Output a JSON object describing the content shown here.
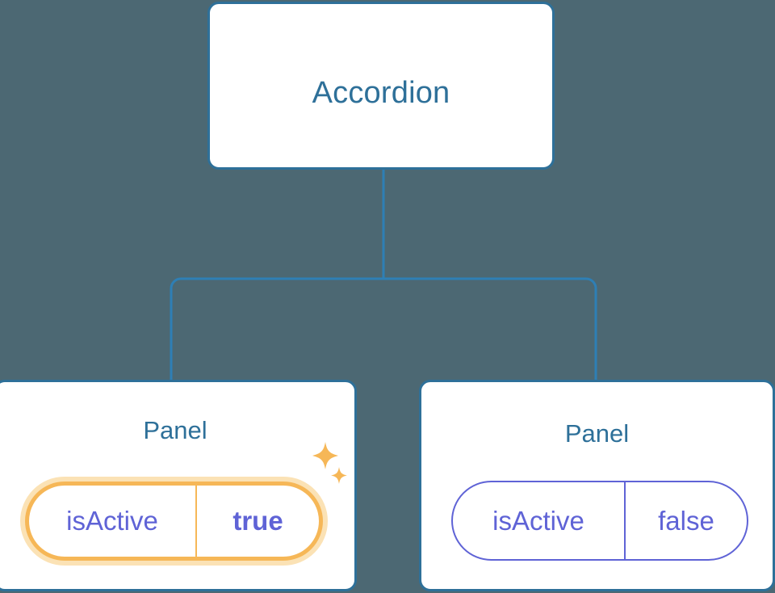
{
  "canvas": {
    "background_color": "#4c6873",
    "edge_color": "#2e7fb5",
    "node_border_color": "#2e7099",
    "node_title_color": "#2e7099",
    "prop_color": "#5f63d6",
    "highlight_color": "#f6b757",
    "highlight_glow_color": "#fbe2b5"
  },
  "tree": {
    "root": {
      "title": "Accordion"
    },
    "children": [
      {
        "title": "Panel",
        "highlighted": true,
        "prop": {
          "key": "isActive",
          "value": "true"
        },
        "sparkle_icons": [
          "sparkle-large-icon",
          "sparkle-small-icon"
        ]
      },
      {
        "title": "Panel",
        "highlighted": false,
        "prop": {
          "key": "isActive",
          "value": "false"
        }
      }
    ]
  }
}
